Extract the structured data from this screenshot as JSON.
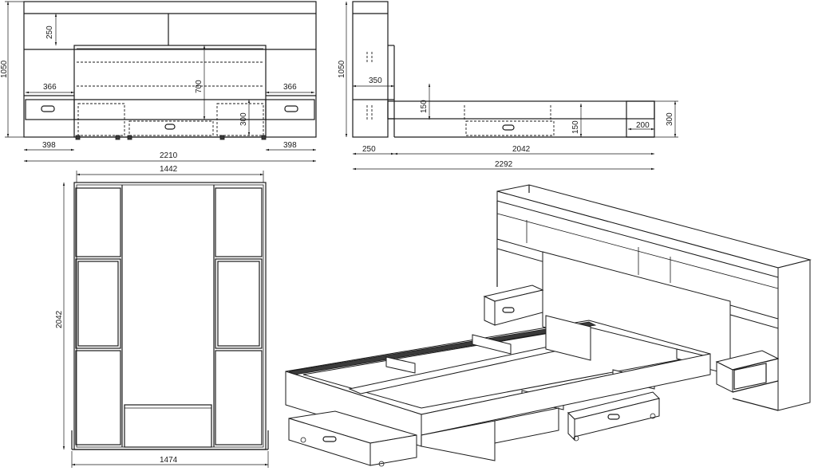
{
  "front_view": {
    "height_total": "1050",
    "shelf_height": "250",
    "side_width_left": "366",
    "side_width_right": "366",
    "panel_height": "700",
    "drawer_height": "300",
    "side_outer_left": "398",
    "side_outer_right": "398",
    "width_total": "2210"
  },
  "side_view": {
    "height_total": "1050",
    "depth_shelf": "350",
    "rail_height_a": "150",
    "rail_height_b": "150",
    "drawer_depth": "200",
    "bed_height": "300",
    "head_depth": "250",
    "bed_length": "2042",
    "length_total": "2292"
  },
  "plan_view": {
    "inner_width": "1442",
    "length": "2042",
    "outer_width": "1474"
  }
}
